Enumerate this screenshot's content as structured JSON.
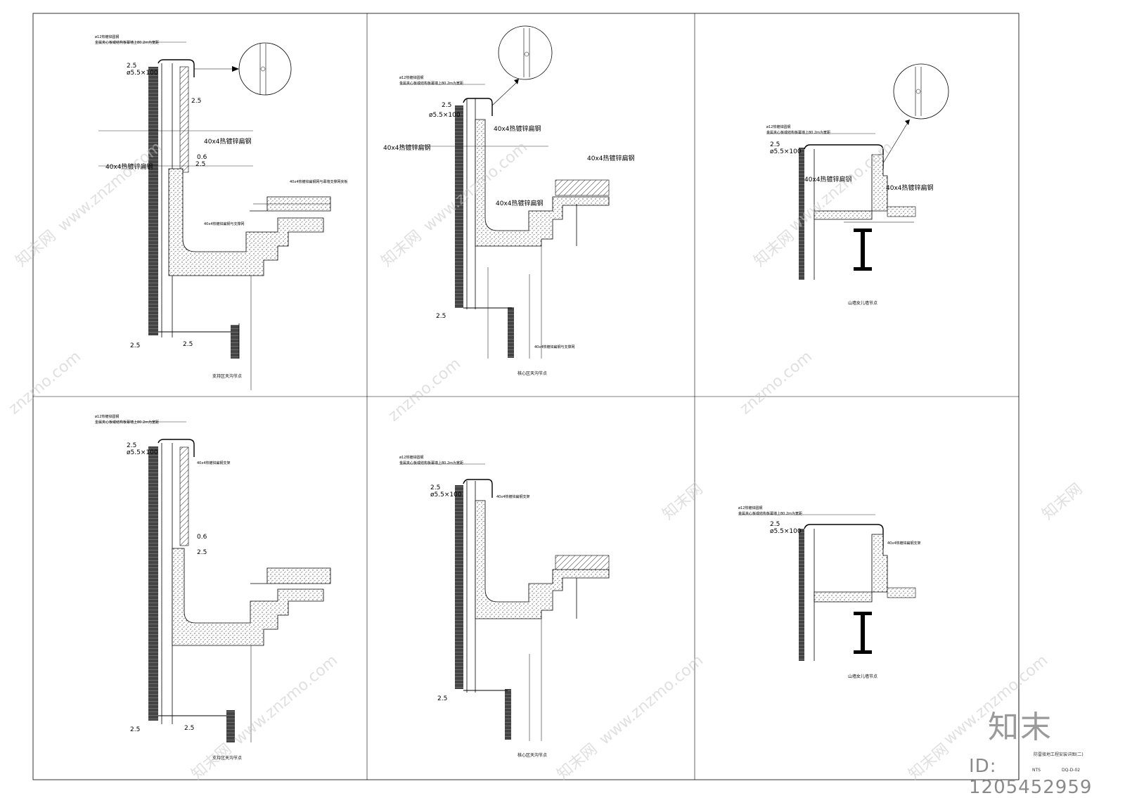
{
  "panels": [
    {
      "caption": "支持区天沟节点",
      "labels": [
        "ø12热镀锌圆钢",
        "金属夹心板或结构板幕墙上80.2m为宽距",
        "2.5",
        "ø5.5×100",
        "40x4热镀锌扁钢",
        "40x4热镀锌扁钢",
        "0.6",
        "2.5",
        "40x4热镀锌扁钢网与幕墙支撑网夹板",
        "40x4热镀锌扁钢与支撑网",
        "2.5",
        "2.5",
        "2.5"
      ]
    },
    {
      "caption": "核心区天沟节点",
      "labels": [
        "ø12热镀锌圆钢",
        "金属夹心板或结构板幕墙上80.2m为宽距",
        "ø5.5×100",
        "40x4热镀锌扁钢",
        "40x4热镀锌扁钢",
        "40x4热镀锌扁钢",
        "40x4热镀锌扁钢",
        "40x4热镀锌扁钢与支撑网",
        "2.5",
        "2.5"
      ]
    },
    {
      "caption": "山墙女儿墙节点",
      "labels": [
        "ø12热镀锌圆钢",
        "金属夹心板或结构板幕墙上80.2m为宽距",
        "2.5",
        "ø5.5×100",
        "40x4热镀锌扁钢",
        "40x4热镀锌扁钢"
      ]
    },
    {
      "caption": "支持区天沟节点",
      "labels": [
        "ø12热镀锌圆钢",
        "金属夹心板或结构板幕墙上80.2m为宽距",
        "2.5",
        "ø5.5×100",
        "40x4热镀锌扁钢支架",
        "0.6",
        "2.5",
        "2.5",
        "2.5"
      ]
    },
    {
      "caption": "核心区天沟节点",
      "labels": [
        "ø12热镀锌圆钢",
        "金属夹心板或结构板幕墙上80.2m为宽距",
        "2.5",
        "ø5.5×100",
        "40x4热镀锌扁钢支架",
        "2.5"
      ]
    },
    {
      "caption": "山墙女儿墙节点",
      "labels": [
        "ø12热镀锌圆钢",
        "金属夹心板或结构板幕墙上80.2m为宽距",
        "2.5",
        "ø5.5×100",
        "40x4热镀锌扁钢支架"
      ]
    }
  ],
  "title_block": {
    "drawing_name": "防雷接地工程安装详图(二)",
    "scale": "NTS",
    "drawing_no": "DQ-D-02"
  },
  "watermark": {
    "brand": "知末",
    "site": "www.znzmo.com",
    "site_alt": "znzmo.com",
    "logo_text": "知末网",
    "id_label": "ID: 1205452959"
  }
}
